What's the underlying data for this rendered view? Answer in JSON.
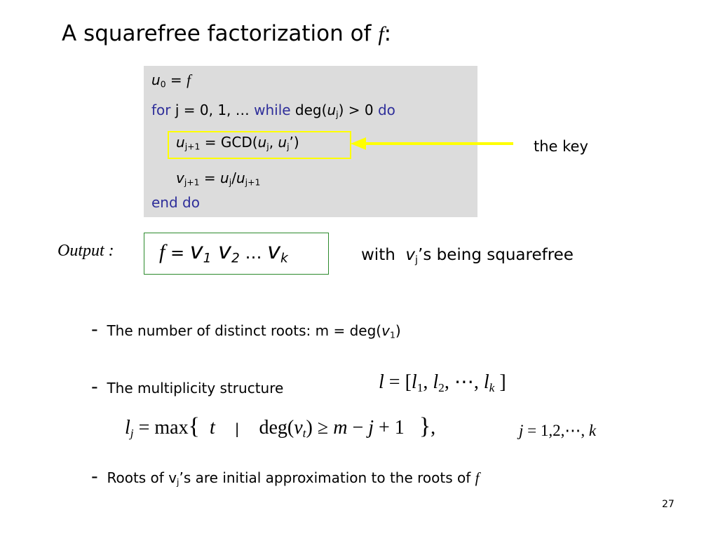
{
  "title": {
    "text": "A squarefree factorization of",
    "f": "f",
    "colon": ":"
  },
  "algorithm": {
    "l0": {
      "u": "u",
      "sub0": "0",
      "eq": " = ",
      "f": "f"
    },
    "l1": {
      "for": "for",
      "mid": " j = 0, 1, … ",
      "while": "while",
      "deg": " deg(",
      "u": "u",
      "sub": "j",
      "gt": ") > 0 ",
      "do": "do"
    },
    "l2": {
      "u": "u",
      "sub1": "j+1",
      "eq": " = GCD(",
      "u2": "u",
      "sub2": "j",
      "comma": ", ",
      "u3": "u",
      "sub3": "j",
      "end": "’)"
    },
    "l3": {
      "v": "v",
      "sub1": "j+1",
      "eq": " = ",
      "u": "u",
      "sub2": "j",
      "slash": "/",
      "u2": "u",
      "sub3": "j+1"
    },
    "l4": {
      "end_do": "end do"
    }
  },
  "annotation": {
    "key_label": "the key",
    "highlight_color": "#ffff00"
  },
  "output": {
    "label": "Output :",
    "f": "f",
    "eq": " = ",
    "v": "v",
    "s1": "1",
    "s2": "2",
    "dots": " … ",
    "sk": "k",
    "with": "with",
    "vj": "v",
    "vj_sub": "j",
    "rest": "’s being squarefree"
  },
  "bullets": {
    "dash": "-",
    "b1": {
      "text": "The number of distinct roots: m = deg(",
      "v": "v",
      "sub": "1",
      "end": ")"
    },
    "b2": {
      "text": "The multiplicity structure"
    },
    "b3": {
      "pre": "Roots of  v",
      "sub": "j",
      "mid": "’s  are initial approximation to the roots of ",
      "f": "f"
    }
  },
  "formulas": {
    "lvec": {
      "l": "l",
      "eq": " = [",
      "l1": "l",
      "s1": "1",
      "c1": ", ",
      "l2": "l",
      "s2": "2",
      "c2": ", ⋯, ",
      "lk": "l",
      "sk": "k",
      "end": " ]"
    },
    "lj": {
      "l": "l",
      "sj": "j",
      "eq": " = max",
      "lb": "{",
      "t": "t",
      "bar": "|",
      "deg": "deg(",
      "v": "v",
      "st": "t",
      "rp": ")",
      "ge": " ≥ ",
      "m": "m",
      "minus": " − ",
      "j": "j",
      "plus": " + 1",
      "rb": "}",
      "comma": ","
    },
    "jrange": {
      "j": "j",
      "rest": " = 1,2,⋯, ",
      "k": "k"
    }
  },
  "colors": {
    "keyword": "#2e2e9a",
    "box_gray": "#dcdcdc",
    "output_border": "#2c8a2c"
  },
  "page_number": "27"
}
